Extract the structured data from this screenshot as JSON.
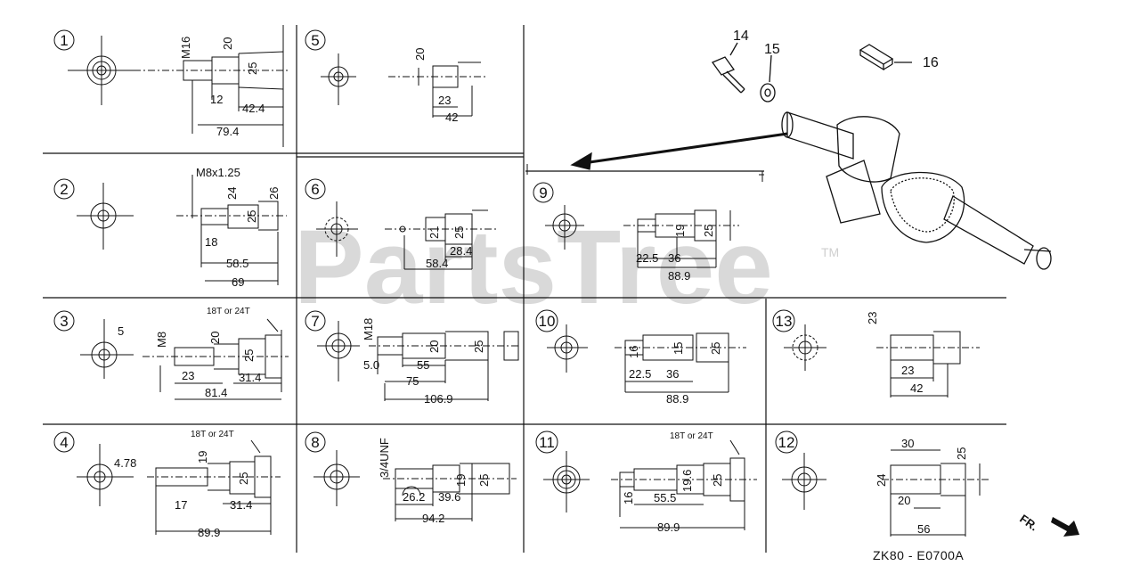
{
  "watermark": {
    "text": "PartsTree",
    "tm": "TM"
  },
  "diagram_code": "ZK80 - E0700A",
  "front_marker": "FR.",
  "callouts": {
    "bolt": "14",
    "washer": "15",
    "key": "16"
  },
  "cells": [
    {
      "num": "1",
      "dims": [
        "M16",
        "20",
        "25",
        "12",
        "42.4",
        "79.4"
      ]
    },
    {
      "num": "2",
      "dims": [
        "M8x1.25",
        "24",
        "26",
        "25",
        "18",
        "58.5",
        "69"
      ]
    },
    {
      "num": "3",
      "dims": [
        "5",
        "M8",
        "18T or 24T",
        "20",
        "25",
        "23",
        "31.4",
        "81.4"
      ]
    },
    {
      "num": "4",
      "dims": [
        "4.78",
        "18T or 24T",
        "19",
        "25",
        "17",
        "31.4",
        "89.9"
      ]
    },
    {
      "num": "5",
      "dims": [
        "20",
        "23",
        "42"
      ]
    },
    {
      "num": "6",
      "dims": [
        "21",
        "25",
        "28.4",
        "58.4"
      ]
    },
    {
      "num": "7",
      "dims": [
        "M18",
        "20",
        "25",
        "5.0",
        "55",
        "75",
        "106.9"
      ]
    },
    {
      "num": "8",
      "dims": [
        "3/4UNF",
        "19",
        "25",
        "26.2",
        "39.6",
        "94.2"
      ]
    },
    {
      "num": "9",
      "dims": [
        "19",
        "25",
        "22.5",
        "36",
        "88.9"
      ]
    },
    {
      "num": "10",
      "dims": [
        "16",
        "15",
        "25",
        "22.5",
        "36",
        "88.9"
      ]
    },
    {
      "num": "11",
      "dims": [
        "18T or 24T",
        "19.6",
        "25",
        "16",
        "55.5",
        "89.9"
      ]
    },
    {
      "num": "12",
      "dims": [
        "30",
        "25",
        "24",
        "20",
        "56"
      ]
    },
    {
      "num": "13",
      "dims": [
        "23",
        "23",
        "42"
      ]
    }
  ],
  "colors": {
    "line": "#111111",
    "watermark": "#d9d9d9"
  }
}
